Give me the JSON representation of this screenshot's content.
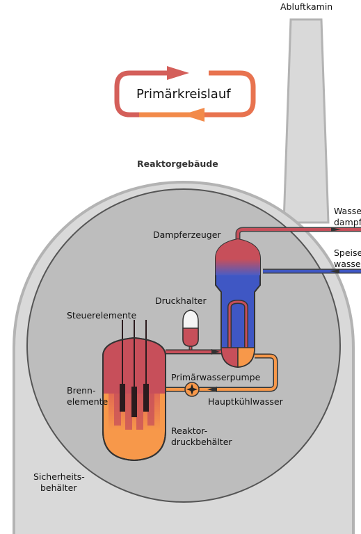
{
  "labels": {
    "chimney": "Abluftkamin",
    "cycle": "Primärkreislauf",
    "building": "Reaktorgebäude",
    "steam_gen": "Dampferzeuger",
    "steam_out_1": "Wasser-",
    "steam_out_2": "dampf",
    "feed_in_1": "Speise-",
    "feed_in_2": "wasser",
    "pressurizer": "Druckhalter",
    "control_rods": "Steuerelemente",
    "fuel_1": "Brenn-",
    "fuel_2": "elemente",
    "pump": "Primärwasserpumpe",
    "coolant": "Hauptkühlwasser",
    "vessel_1": "Reaktor-",
    "vessel_2": "druckbehälter",
    "containment_1": "Sicherheits-",
    "containment_2": "behälter"
  },
  "colors": {
    "hot": "#c74f5a",
    "cold": "#f7984a",
    "feedwater": "#3f57c4",
    "rod": "#2b1b1e",
    "building": "#d9d9d9",
    "building_edge": "#b3b3b3",
    "containment": "#bdbdbd",
    "outline": "#555555"
  }
}
